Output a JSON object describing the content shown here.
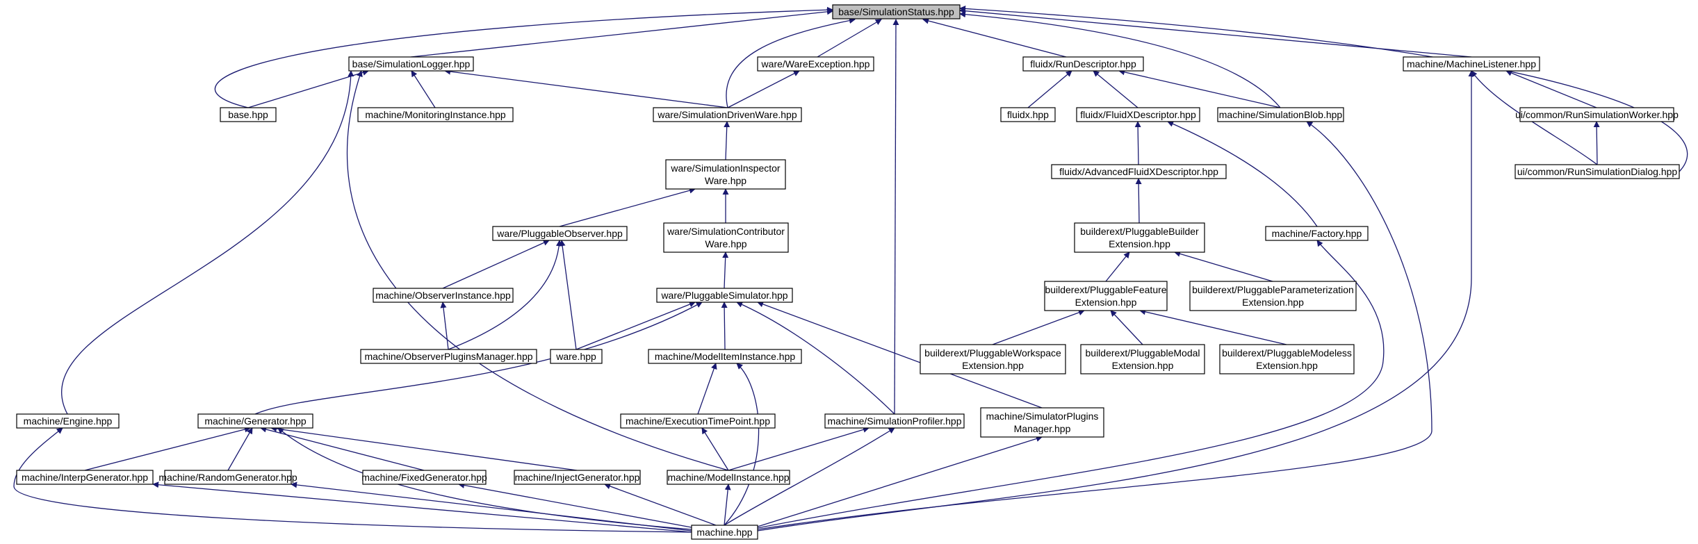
{
  "diagram": {
    "title": "",
    "edge_color": "#191970",
    "root_fill": "#bfbfbf",
    "nodes": [
      {
        "id": "status",
        "lines": [
          "base/SimulationStatus.hpp"
        ],
        "root": true
      },
      {
        "id": "logger",
        "lines": [
          "base/SimulationLogger.hpp"
        ]
      },
      {
        "id": "wareexc",
        "lines": [
          "ware/WareException.hpp"
        ]
      },
      {
        "id": "rundesc",
        "lines": [
          "fluidx/RunDescriptor.hpp"
        ]
      },
      {
        "id": "listener",
        "lines": [
          "machine/MachineListener.hpp"
        ]
      },
      {
        "id": "basehpp",
        "lines": [
          "base.hpp"
        ]
      },
      {
        "id": "monitoring",
        "lines": [
          "machine/MonitoringInstance.hpp"
        ]
      },
      {
        "id": "drivenware",
        "lines": [
          "ware/SimulationDrivenWare.hpp"
        ]
      },
      {
        "id": "fluidxhpp",
        "lines": [
          "fluidx.hpp"
        ]
      },
      {
        "id": "fluidxdesc",
        "lines": [
          "fluidx/FluidXDescriptor.hpp"
        ]
      },
      {
        "id": "simblob",
        "lines": [
          "machine/SimulationBlob.hpp"
        ]
      },
      {
        "id": "runworker",
        "lines": [
          "ui/common/RunSimulationWorker.hpp"
        ]
      },
      {
        "id": "inspector",
        "lines": [
          "ware/SimulationInspector",
          "Ware.hpp"
        ]
      },
      {
        "id": "advfluidx",
        "lines": [
          "fluidx/AdvancedFluidXDescriptor.hpp"
        ]
      },
      {
        "id": "rundialog",
        "lines": [
          "ui/common/RunSimulationDialog.hpp"
        ]
      },
      {
        "id": "pobserver",
        "lines": [
          "ware/PluggableObserver.hpp"
        ]
      },
      {
        "id": "contributor",
        "lines": [
          "ware/SimulationContributor",
          "Ware.hpp"
        ]
      },
      {
        "id": "pbuilder",
        "lines": [
          "builderext/PluggableBuilder",
          "Extension.hpp"
        ]
      },
      {
        "id": "factory",
        "lines": [
          "machine/Factory.hpp"
        ]
      },
      {
        "id": "obsinstance",
        "lines": [
          "machine/ObserverInstance.hpp"
        ]
      },
      {
        "id": "psimulator",
        "lines": [
          "ware/PluggableSimulator.hpp"
        ]
      },
      {
        "id": "pfeature",
        "lines": [
          "builderext/PluggableFeature",
          "Extension.hpp"
        ]
      },
      {
        "id": "pparam",
        "lines": [
          "builderext/PluggableParameterization",
          "Extension.hpp"
        ]
      },
      {
        "id": "obsplugins",
        "lines": [
          "machine/ObserverPluginsManager.hpp"
        ]
      },
      {
        "id": "warehpp",
        "lines": [
          "ware.hpp"
        ]
      },
      {
        "id": "modelitem",
        "lines": [
          "machine/ModelItemInstance.hpp"
        ]
      },
      {
        "id": "pworkspace",
        "lines": [
          "builderext/PluggableWorkspace",
          "Extension.hpp"
        ]
      },
      {
        "id": "pmodal",
        "lines": [
          "builderext/PluggableModal",
          "Extension.hpp"
        ]
      },
      {
        "id": "pmodeless",
        "lines": [
          "builderext/PluggableModeless",
          "Extension.hpp"
        ]
      },
      {
        "id": "engine",
        "lines": [
          "machine/Engine.hpp"
        ]
      },
      {
        "id": "generator",
        "lines": [
          "machine/Generator.hpp"
        ]
      },
      {
        "id": "exectime",
        "lines": [
          "machine/ExecutionTimePoint.hpp"
        ]
      },
      {
        "id": "profiler",
        "lines": [
          "machine/SimulationProfiler.hpp"
        ]
      },
      {
        "id": "simplugins",
        "lines": [
          "machine/SimulatorPlugins",
          "Manager.hpp"
        ]
      },
      {
        "id": "interpgen",
        "lines": [
          "machine/InterpGenerator.hpp"
        ]
      },
      {
        "id": "randomgen",
        "lines": [
          "machine/RandomGenerator.hpp"
        ]
      },
      {
        "id": "fixedgen",
        "lines": [
          "machine/FixedGenerator.hpp"
        ]
      },
      {
        "id": "injectgen",
        "lines": [
          "machine/InjectGenerator.hpp"
        ]
      },
      {
        "id": "modelinst",
        "lines": [
          "machine/ModelInstance.hpp"
        ]
      },
      {
        "id": "machinehpp",
        "lines": [
          "machine.hpp"
        ]
      }
    ],
    "edges": [
      [
        "logger",
        "status"
      ],
      [
        "basehpp",
        "status"
      ],
      [
        "wareexc",
        "status"
      ],
      [
        "drivenware",
        "status"
      ],
      [
        "profiler",
        "status"
      ],
      [
        "rundesc",
        "status"
      ],
      [
        "simblob",
        "status"
      ],
      [
        "listener",
        "status"
      ],
      [
        "rundialog",
        "status"
      ],
      [
        "basehpp",
        "logger"
      ],
      [
        "monitoring",
        "logger"
      ],
      [
        "drivenware",
        "logger"
      ],
      [
        "engine",
        "logger"
      ],
      [
        "modelinst",
        "logger"
      ],
      [
        "drivenware",
        "wareexc"
      ],
      [
        "fluidxhpp",
        "rundesc"
      ],
      [
        "fluidxdesc",
        "rundesc"
      ],
      [
        "simblob",
        "rundesc"
      ],
      [
        "runworker",
        "listener"
      ],
      [
        "rundialog",
        "listener"
      ],
      [
        "machinehpp",
        "listener"
      ],
      [
        "inspector",
        "drivenware"
      ],
      [
        "advfluidx",
        "fluidxdesc"
      ],
      [
        "factory",
        "fluidxdesc"
      ],
      [
        "machinehpp",
        "simblob"
      ],
      [
        "rundialog",
        "runworker"
      ],
      [
        "pobserver",
        "inspector"
      ],
      [
        "contributor",
        "inspector"
      ],
      [
        "pbuilder",
        "advfluidx"
      ],
      [
        "obsinstance",
        "pobserver"
      ],
      [
        "obsplugins",
        "pobserver"
      ],
      [
        "warehpp",
        "pobserver"
      ],
      [
        "psimulator",
        "contributor"
      ],
      [
        "pfeature",
        "pbuilder"
      ],
      [
        "pparam",
        "pbuilder"
      ],
      [
        "machinehpp",
        "factory"
      ],
      [
        "obsplugins",
        "obsinstance"
      ],
      [
        "warehpp",
        "psimulator"
      ],
      [
        "modelitem",
        "psimulator"
      ],
      [
        "generator",
        "psimulator"
      ],
      [
        "profiler",
        "psimulator"
      ],
      [
        "simplugins",
        "psimulator"
      ],
      [
        "pworkspace",
        "pfeature"
      ],
      [
        "pmodal",
        "pfeature"
      ],
      [
        "pmodeless",
        "pfeature"
      ],
      [
        "exectime",
        "modelitem"
      ],
      [
        "machinehpp",
        "modelitem"
      ],
      [
        "machinehpp",
        "engine"
      ],
      [
        "interpgen",
        "generator"
      ],
      [
        "randomgen",
        "generator"
      ],
      [
        "fixedgen",
        "generator"
      ],
      [
        "injectgen",
        "generator"
      ],
      [
        "machinehpp",
        "generator"
      ],
      [
        "modelinst",
        "exectime"
      ],
      [
        "modelinst",
        "profiler"
      ],
      [
        "machinehpp",
        "profiler"
      ],
      [
        "machinehpp",
        "simplugins"
      ],
      [
        "machinehpp",
        "interpgen"
      ],
      [
        "machinehpp",
        "randomgen"
      ],
      [
        "machinehpp",
        "fixedgen"
      ],
      [
        "machinehpp",
        "injectgen"
      ],
      [
        "machinehpp",
        "modelinst"
      ]
    ]
  }
}
